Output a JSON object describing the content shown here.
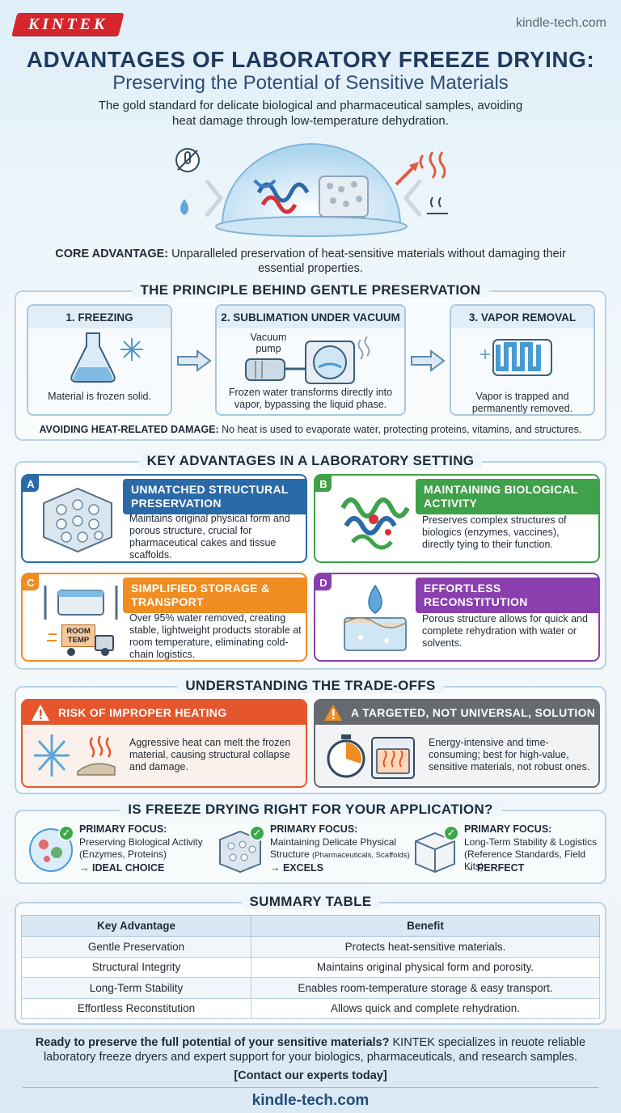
{
  "brand": {
    "logo": "KINTEK",
    "site": "kindle-tech.com"
  },
  "header": {
    "title": "ADVANTAGES OF LABORATORY FREEZE DRYING:",
    "subtitle": "Preserving the Potential of Sensitive Materials",
    "intro": "The gold standard for delicate biological and pharmaceutical samples, avoiding heat damage through low-temperature dehydration."
  },
  "core": {
    "label": "CORE ADVANTAGE:",
    "text": "Unparalleled preservation of heat-sensitive materials without damaging their essential properties."
  },
  "principle": {
    "title": "THE PRINCIPLE BEHIND GENTLE PRESERVATION",
    "steps": [
      {
        "title": "1. FREEZING",
        "text": "Material is frozen solid."
      },
      {
        "title": "2. SUBLIMATION UNDER VACUUM",
        "label": "Vacuum pump",
        "text": "Frozen water transforms directly into vapor, bypassing the liquid phase."
      },
      {
        "title": "3. VAPOR REMOVAL",
        "text": "Vapor is trapped and permanently removed."
      }
    ],
    "note_label": "AVOIDING HEAT-RELATED DAMAGE:",
    "note_text": "No heat is used to evaporate water, protecting proteins, vitamins, and structures."
  },
  "advantages": {
    "title": "KEY ADVANTAGES IN A LABORATORY SETTING",
    "cards": [
      {
        "letter": "A",
        "title": "UNMATCHED STRUCTURAL PRESERVATION",
        "text": "Maintains original physical form and porous structure, crucial for pharmaceutical cakes and tissue scaffolds.",
        "color": "#2b6aa8"
      },
      {
        "letter": "B",
        "title": "MAINTAINING BIOLOGICAL ACTIVITY",
        "text": "Preserves complex structures of biologics (enzymes, vaccines), directly tying to their function.",
        "color": "#3fa14a"
      },
      {
        "letter": "C",
        "title": "SIMPLIFIED STORAGE & TRANSPORT",
        "text": "Over 95% water removed, creating stable, lightweight products storable at room temperature, eliminating cold-chain logistics.",
        "color": "#ef8d22",
        "badge": "ROOM TEMP"
      },
      {
        "letter": "D",
        "title": "EFFORTLESS RECONSTITUTION",
        "text": "Porous structure allows for quick and complete rehydration with water or solvents.",
        "color": "#8a3fae"
      }
    ]
  },
  "tradeoffs": {
    "title": "UNDERSTANDING THE TRADE-OFFS",
    "items": [
      {
        "title": "RISK OF IMPROPER HEATING",
        "text": "Aggressive heat can melt the frozen material, causing structural collapse and damage.",
        "color": "#e5562c"
      },
      {
        "title": "A TARGETED, NOT UNIVERSAL, SOLUTION",
        "text": "Energy-intensive and time-consuming; best for high-value, sensitive materials, not robust ones.",
        "color": "#666a6e"
      }
    ]
  },
  "application": {
    "title": "IS FREEZE DRYING RIGHT FOR YOUR APPLICATION?",
    "items": [
      {
        "label": "PRIMARY FOCUS:",
        "text": "Preserving Biological Activity (Enzymes, Proteins)",
        "verdict": "→ IDEAL CHOICE"
      },
      {
        "label": "PRIMARY FOCUS:",
        "text": "Maintaining Delicate Physical Structure",
        "small": "(Pharmaceuticals, Scaffolds)",
        "verdict": "→ EXCELS"
      },
      {
        "label": "PRIMARY FOCUS:",
        "text": "Long-Term Stability & Logistics (Reference Standards, Field Kits)",
        "verdict": "→ PERFECT"
      }
    ]
  },
  "summary": {
    "title": "SUMMARY TABLE",
    "headers": [
      "Key Advantage",
      "Benefit"
    ],
    "rows": [
      [
        "Gentle Preservation",
        "Protects heat-sensitive materials."
      ],
      [
        "Structural Integrity",
        "Maintains original physical form and porosity."
      ],
      [
        "Long-Term Stability",
        "Enables room-temperature storage & easy transport."
      ],
      [
        "Effortless Reconstitution",
        "Allows quick and complete rehydration."
      ]
    ]
  },
  "footer": {
    "cta_bold": "Ready to preserve the full potential of your sensitive materials?",
    "cta_text": "KINTEK specializes in reuote reliable laboratory freeze dryers and expert support for your biologics, pharmaceuticals, and research samples.",
    "contact": "[Contact our experts today]",
    "site": "kindle-tech.com"
  }
}
